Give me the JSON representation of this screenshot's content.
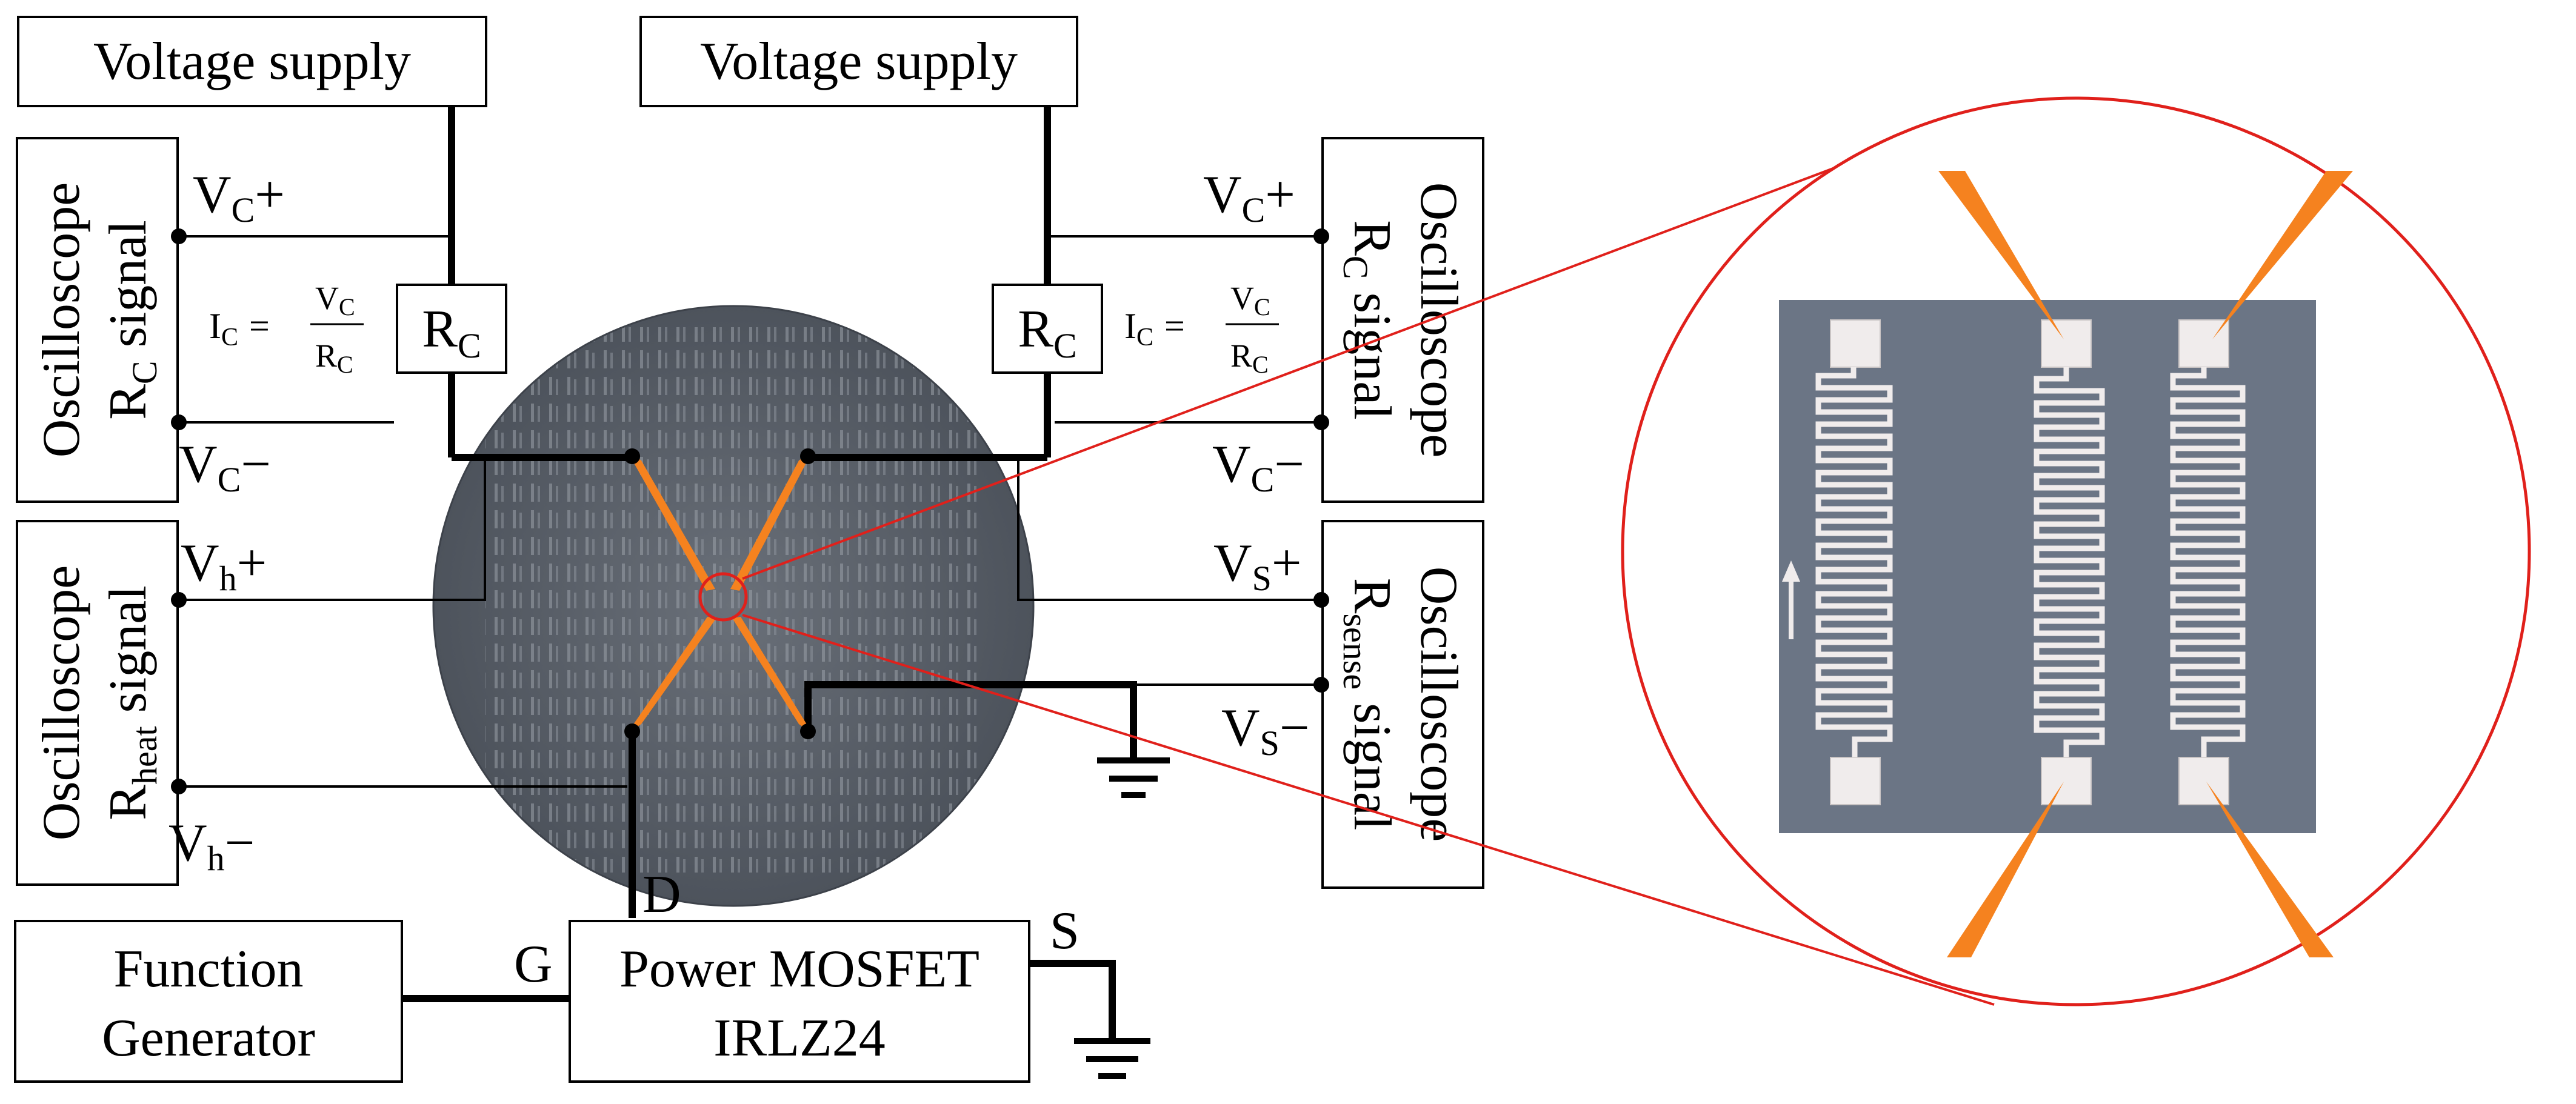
{
  "boxes": {
    "supply_left": "Voltage supply",
    "supply_right": "Voltage supply",
    "function_generator": [
      "Function",
      "Generator"
    ],
    "mosfet": [
      "Power MOSFET",
      "IRLZ24"
    ],
    "resistor_label": "R",
    "resistor_sub": "C"
  },
  "oscilloscopes": {
    "top_left": {
      "title": "Oscilloscope",
      "signal_main": "R",
      "signal_sub": "C",
      "signal_tail": " signal"
    },
    "bottom_left": {
      "title": "Oscilloscope",
      "signal_main": "R",
      "signal_sub": "heat",
      "signal_tail": " signal"
    },
    "top_right": {
      "title": "Oscilloscope",
      "signal_main": "R",
      "signal_sub": "C",
      "signal_tail": " signal"
    },
    "bottom_right": {
      "title": "Oscilloscope",
      "signal_main": "R",
      "signal_sub": "sense",
      "signal_tail": " signal"
    }
  },
  "terminals": {
    "vc_plus": {
      "main": "V",
      "sub": "C",
      "sign": "+"
    },
    "vc_minus": {
      "main": "V",
      "sub": "C",
      "sign": "−"
    },
    "vh_plus": {
      "main": "V",
      "sub": "h",
      "sign": "+"
    },
    "vh_minus": {
      "main": "V",
      "sub": "h",
      "sign": "−"
    },
    "vs_plus": {
      "main": "V",
      "sub": "S",
      "sign": "+"
    },
    "vs_minus": {
      "main": "V",
      "sub": "S",
      "sign": "−"
    }
  },
  "formula": {
    "lhs": "I",
    "lhs_sub": "C",
    "eq": "=",
    "num": "V",
    "num_sub": "C",
    "den": "R",
    "den_sub": "C"
  },
  "pins": {
    "drain": "D",
    "gate": "G",
    "source": "S"
  },
  "colors": {
    "probe": "#f5821f",
    "highlight": "#e0201b",
    "wafer": "#5f6670",
    "die": "#6b7585",
    "metal": "#f0ecec",
    "wire": "#000000"
  }
}
